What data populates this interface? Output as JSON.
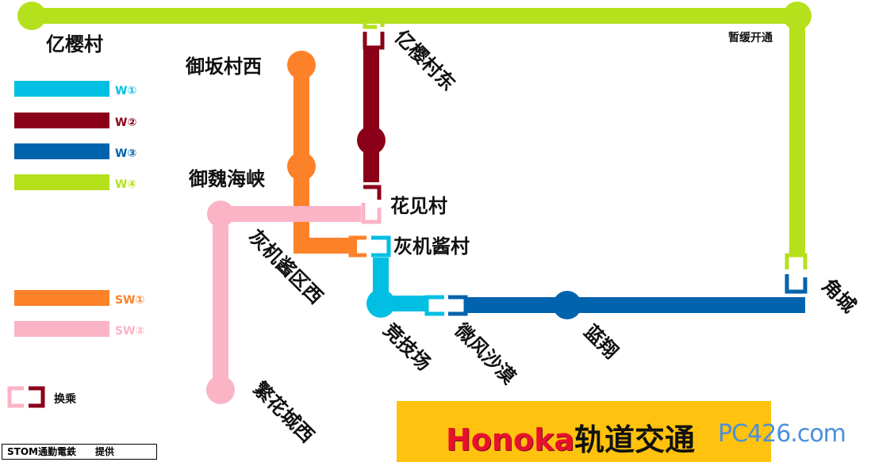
{
  "lines": {
    "w1": {
      "label": "W①",
      "color": "#00bfe3"
    },
    "w2": {
      "label": "W②",
      "color": "#8b0019"
    },
    "w3": {
      "label": "W③",
      "color": "#0063ad"
    },
    "w4": {
      "label": "W④",
      "color": "#b4e01c"
    },
    "sw1": {
      "label": "SW①",
      "color": "#fd8128"
    },
    "sw2": {
      "label": "SW②",
      "color": "#fbb3c6"
    }
  },
  "stations": {
    "yiyingcun": "亿樱村",
    "yiyingcun_dong": "亿樱村东",
    "yubancun_xi": "御坂村西",
    "yuwei_haixia": "御魏海峡",
    "huajiancun": "花见村",
    "huiji_jiangcun": "灰机酱村",
    "huiji_jiang_qu_xi": "灰机酱区西",
    "jingjichang": "竞技场",
    "weifeng_shamo": "微风沙漠",
    "lanxiang": "蓝翔",
    "jiaocheng": "角城",
    "fanhua_chengxi": "繁花城西"
  },
  "notes": {
    "suspended": "暂缓开通",
    "transfer": "换乘",
    "credit": "STOM通勤電鉄　　提供"
  },
  "brand": {
    "latin": "Honoka",
    "cn": "轨道交通",
    "watermark": "PC426.com"
  }
}
